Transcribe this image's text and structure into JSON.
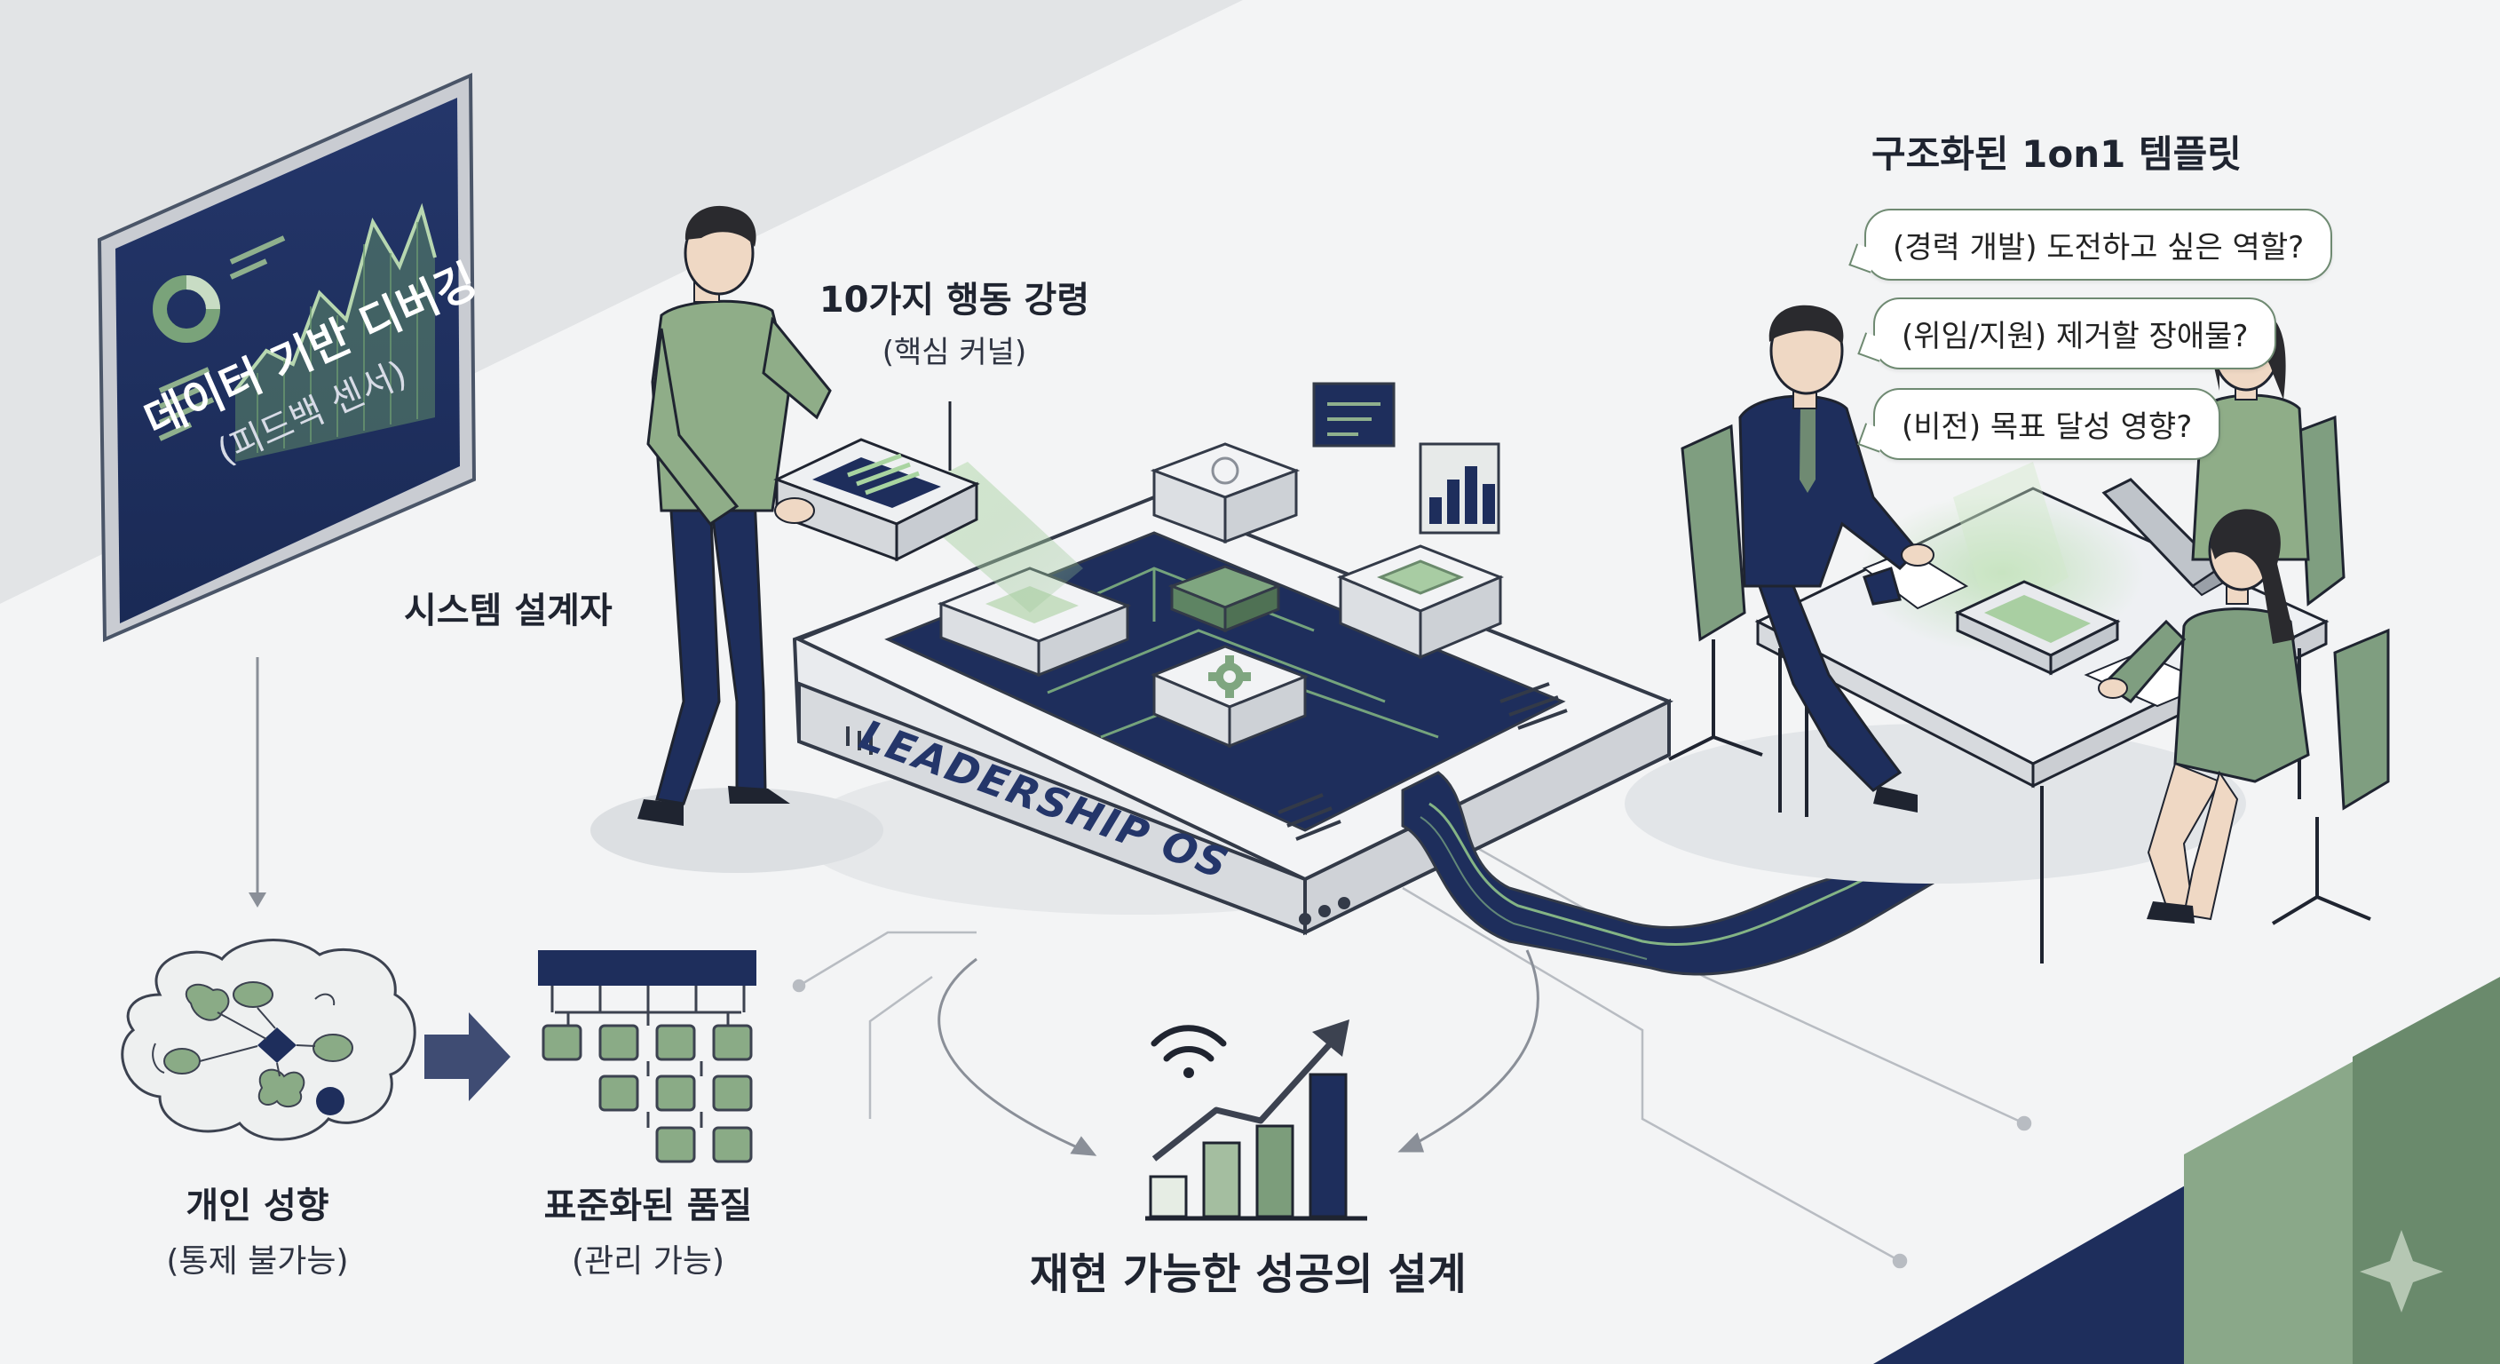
{
  "monitor": {
    "title": "데이터 기반 디버깅",
    "subtitle": "(피드백 센서)"
  },
  "designer": {
    "label": "시스템 설계자"
  },
  "kernel": {
    "title": "10가지 행동 강령",
    "subtitle": "(핵심 커널)"
  },
  "platform": {
    "label": "LEADERSHIP OS"
  },
  "template": {
    "title": "구조화된 1on1 템플릿",
    "bubbles": [
      "(경력 개발) 도전하고 싶은 역할?",
      "(위임/지원) 제거할 장애물?",
      "(비전) 목표 달성 영향?"
    ]
  },
  "personal": {
    "title": "개인 성향",
    "subtitle": "(통제 불가능)"
  },
  "standard": {
    "title": "표준화된 품질",
    "subtitle": "(관리 가능)"
  },
  "success": {
    "title": "재현 가능한 성공의 설계"
  },
  "colors": {
    "navy": "#1e2e5c",
    "green": "#7f9e80",
    "light_green": "#a9c4a6",
    "bg": "#eef0f1"
  }
}
